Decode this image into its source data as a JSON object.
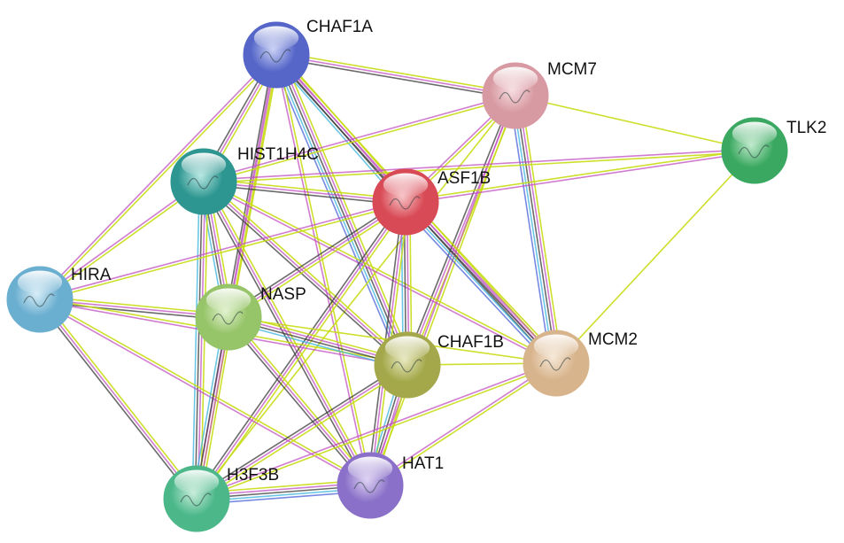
{
  "nodes": [
    {
      "id": "CHAF1A",
      "label": "CHAF1A",
      "color": "#5566c8",
      "light": "#c9d0f5"
    },
    {
      "id": "MCM7",
      "label": "MCM7",
      "color": "#d89aa2",
      "light": "#f6dde0"
    },
    {
      "id": "TLK2",
      "label": "TLK2",
      "color": "#3aa860",
      "light": "#bfe9cb"
    },
    {
      "id": "HIST1H4C",
      "label": "HIST1H4C",
      "color": "#2e9690",
      "light": "#b5e6e2"
    },
    {
      "id": "ASF1B",
      "label": "ASF1B",
      "color": "#d84a55",
      "light": "#f6c3c7"
    },
    {
      "id": "HIRA",
      "label": "HIRA",
      "color": "#6aaed0",
      "light": "#d6ecf6"
    },
    {
      "id": "NASP",
      "label": "NASP",
      "color": "#96c468",
      "light": "#e0f2cd"
    },
    {
      "id": "CHAF1B",
      "label": "CHAF1B",
      "color": "#a4a84a",
      "light": "#e7e9c0"
    },
    {
      "id": "MCM2",
      "label": "MCM2",
      "color": "#d8b48c",
      "light": "#f5e7d6"
    },
    {
      "id": "H3F3B",
      "label": "H3F3B",
      "color": "#4cb88a",
      "light": "#c6ecd9"
    },
    {
      "id": "HAT1",
      "label": "HAT1",
      "color": "#8a70c8",
      "light": "#ddd2f3"
    }
  ],
  "edges": [
    {
      "source": "CHAF1A",
      "target": "MCM7",
      "types": [
        "yellow",
        "magenta",
        "dark"
      ]
    },
    {
      "source": "CHAF1A",
      "target": "HIST1H4C",
      "types": [
        "yellow",
        "magenta",
        "dark"
      ]
    },
    {
      "source": "CHAF1A",
      "target": "ASF1B",
      "types": [
        "yellow",
        "magenta",
        "dark",
        "cyan"
      ]
    },
    {
      "source": "CHAF1A",
      "target": "HIRA",
      "types": [
        "yellow",
        "magenta"
      ]
    },
    {
      "source": "CHAF1A",
      "target": "NASP",
      "types": [
        "yellow",
        "magenta",
        "dark"
      ]
    },
    {
      "source": "CHAF1A",
      "target": "CHAF1B",
      "types": [
        "yellow",
        "magenta",
        "dark",
        "cyan",
        "blue"
      ]
    },
    {
      "source": "CHAF1A",
      "target": "MCM2",
      "types": [
        "yellow",
        "magenta",
        "dark"
      ]
    },
    {
      "source": "CHAF1A",
      "target": "H3F3B",
      "types": [
        "yellow",
        "magenta"
      ]
    },
    {
      "source": "CHAF1A",
      "target": "HAT1",
      "types": [
        "yellow",
        "magenta"
      ]
    },
    {
      "source": "MCM7",
      "target": "TLK2",
      "types": [
        "yellow"
      ]
    },
    {
      "source": "MCM7",
      "target": "HIST1H4C",
      "types": [
        "yellow",
        "magenta"
      ]
    },
    {
      "source": "MCM7",
      "target": "ASF1B",
      "types": [
        "yellow",
        "magenta"
      ]
    },
    {
      "source": "MCM7",
      "target": "CHAF1B",
      "types": [
        "yellow",
        "magenta",
        "dark"
      ]
    },
    {
      "source": "MCM7",
      "target": "MCM2",
      "types": [
        "yellow",
        "magenta",
        "dark",
        "cyan",
        "blue"
      ]
    },
    {
      "source": "MCM7",
      "target": "H3F3B",
      "types": [
        "yellow"
      ]
    },
    {
      "source": "MCM7",
      "target": "HAT1",
      "types": [
        "yellow",
        "magenta"
      ]
    },
    {
      "source": "TLK2",
      "target": "ASF1B",
      "types": [
        "magenta",
        "yellow"
      ]
    },
    {
      "source": "TLK2",
      "target": "HIST1H4C",
      "types": [
        "yellow",
        "magenta"
      ]
    },
    {
      "source": "TLK2",
      "target": "MCM2",
      "types": [
        "yellow"
      ]
    },
    {
      "source": "HIST1H4C",
      "target": "ASF1B",
      "types": [
        "yellow",
        "magenta",
        "dark"
      ]
    },
    {
      "source": "HIST1H4C",
      "target": "HIRA",
      "types": [
        "yellow",
        "magenta"
      ]
    },
    {
      "source": "HIST1H4C",
      "target": "NASP",
      "types": [
        "yellow",
        "magenta",
        "dark",
        "cyan"
      ]
    },
    {
      "source": "HIST1H4C",
      "target": "CHAF1B",
      "types": [
        "yellow",
        "magenta",
        "dark"
      ]
    },
    {
      "source": "HIST1H4C",
      "target": "MCM2",
      "types": [
        "yellow",
        "magenta"
      ]
    },
    {
      "source": "HIST1H4C",
      "target": "H3F3B",
      "types": [
        "yellow",
        "magenta",
        "dark",
        "cyan"
      ]
    },
    {
      "source": "HIST1H4C",
      "target": "HAT1",
      "types": [
        "yellow",
        "magenta",
        "dark"
      ]
    },
    {
      "source": "ASF1B",
      "target": "HIRA",
      "types": [
        "yellow",
        "magenta"
      ]
    },
    {
      "source": "ASF1B",
      "target": "NASP",
      "types": [
        "yellow",
        "magenta",
        "dark"
      ]
    },
    {
      "source": "ASF1B",
      "target": "CHAF1B",
      "types": [
        "yellow",
        "magenta",
        "dark",
        "cyan"
      ]
    },
    {
      "source": "ASF1B",
      "target": "MCM2",
      "types": [
        "yellow",
        "magenta",
        "dark",
        "cyan",
        "blue"
      ]
    },
    {
      "source": "ASF1B",
      "target": "H3F3B",
      "types": [
        "yellow",
        "magenta",
        "dark"
      ]
    },
    {
      "source": "ASF1B",
      "target": "HAT1",
      "types": [
        "yellow",
        "magenta",
        "dark"
      ]
    },
    {
      "source": "HIRA",
      "target": "NASP",
      "types": [
        "yellow",
        "magenta",
        "dark"
      ]
    },
    {
      "source": "HIRA",
      "target": "CHAF1B",
      "types": [
        "yellow",
        "magenta"
      ]
    },
    {
      "source": "HIRA",
      "target": "H3F3B",
      "types": [
        "yellow",
        "magenta",
        "dark"
      ]
    },
    {
      "source": "HIRA",
      "target": "HAT1",
      "types": [
        "yellow",
        "magenta"
      ]
    },
    {
      "source": "NASP",
      "target": "CHAF1B",
      "types": [
        "yellow",
        "magenta",
        "dark",
        "cyan"
      ]
    },
    {
      "source": "NASP",
      "target": "MCM2",
      "types": [
        "yellow"
      ]
    },
    {
      "source": "NASP",
      "target": "H3F3B",
      "types": [
        "yellow",
        "magenta",
        "dark",
        "cyan"
      ]
    },
    {
      "source": "NASP",
      "target": "HAT1",
      "types": [
        "yellow",
        "magenta",
        "dark"
      ]
    },
    {
      "source": "CHAF1B",
      "target": "MCM2",
      "types": [
        "yellow"
      ]
    },
    {
      "source": "CHAF1B",
      "target": "H3F3B",
      "types": [
        "yellow",
        "magenta",
        "dark"
      ]
    },
    {
      "source": "CHAF1B",
      "target": "HAT1",
      "types": [
        "yellow",
        "magenta",
        "dark",
        "cyan"
      ]
    },
    {
      "source": "MCM2",
      "target": "H3F3B",
      "types": [
        "yellow",
        "magenta"
      ]
    },
    {
      "source": "MCM2",
      "target": "HAT1",
      "types": [
        "yellow",
        "magenta"
      ]
    },
    {
      "source": "H3F3B",
      "target": "HAT1",
      "types": [
        "yellow",
        "magenta",
        "dark",
        "cyan",
        "blue"
      ]
    }
  ],
  "edge_colors": {
    "yellow": "#c8dc14",
    "magenta": "#c050c0",
    "dark": "#3a3a3a",
    "cyan": "#3ab4dc",
    "blue": "#4a62d8"
  }
}
